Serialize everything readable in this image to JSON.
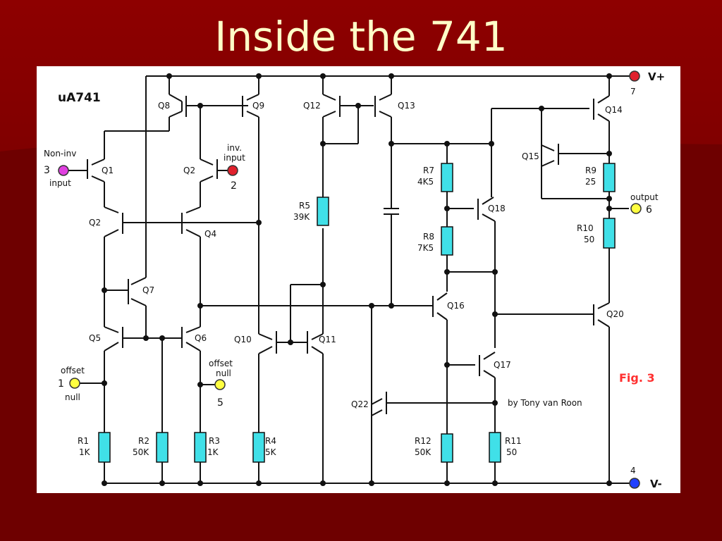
{
  "slide": {
    "title": "Inside the 741"
  },
  "diagram": {
    "chip_label": "uA741",
    "fig_label": "Fig. 3",
    "credit": "by Tony van Roon",
    "pins": {
      "vplus": {
        "label": "V+",
        "number": "7"
      },
      "vminus": {
        "label": "V-",
        "number": "4"
      },
      "noninv": {
        "label_top": "Non-inv",
        "number": "3",
        "label_bottom": "input"
      },
      "inv": {
        "label_top": "inv.",
        "label_top2": "input",
        "number": "2"
      },
      "output": {
        "label": "output",
        "number": "6"
      },
      "offset1": {
        "label_top": "offset",
        "number": "1",
        "label_bottom": "null"
      },
      "offset5": {
        "label_top": "offset",
        "label_top2": "null",
        "number": "5"
      }
    },
    "transistors": {
      "q1": "Q1",
      "q2a": "Q2",
      "q2b": "Q2",
      "q4": "Q4",
      "q5": "Q5",
      "q6": "Q6",
      "q7": "Q7",
      "q8": "Q8",
      "q9": "Q9",
      "q10": "Q10",
      "q11": "Q11",
      "q12": "Q12",
      "q13": "Q13",
      "q14": "Q14",
      "q15": "Q15",
      "q16": "Q16",
      "q17": "Q17",
      "q18": "Q18",
      "q20": "Q20",
      "q22": "Q22"
    },
    "resistors": {
      "r1": {
        "name": "R1",
        "value": "1K"
      },
      "r2": {
        "name": "R2",
        "value": "50K"
      },
      "r3": {
        "name": "R3",
        "value": "1K"
      },
      "r4": {
        "name": "R4",
        "value": "5K"
      },
      "r5": {
        "name": "R5",
        "value": "39K"
      },
      "r7": {
        "name": "R7",
        "value": "4K5"
      },
      "r8": {
        "name": "R8",
        "value": "7K5"
      },
      "r9": {
        "name": "R9",
        "value": "25"
      },
      "r10": {
        "name": "R10",
        "value": "50"
      },
      "r11": {
        "name": "R11",
        "value": "50"
      },
      "r12": {
        "name": "R12",
        "value": "50K"
      }
    },
    "colors": {
      "wire": "#111111",
      "resistor": "#40e0e8",
      "pin_red": "#e0202c",
      "pin_magenta": "#e040e0",
      "pin_yellow": "#ffff40",
      "pin_blue": "#2040ff",
      "fig_red": "#ff3030"
    }
  }
}
